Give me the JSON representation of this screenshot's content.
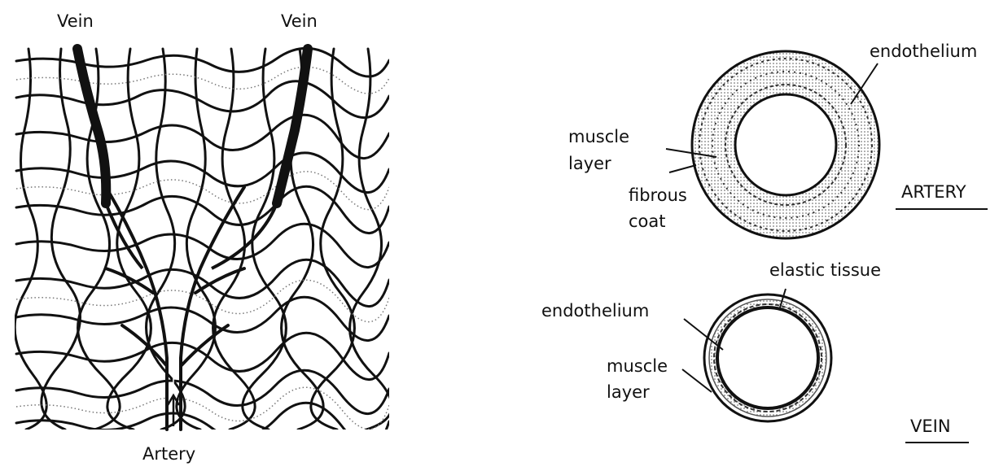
{
  "capillary_bed": {
    "vein_left_label": "Vein",
    "vein_right_label": "Vein",
    "artery_label": "Artery"
  },
  "artery_section": {
    "title": "ARTERY",
    "labels": {
      "endothelium": "endothelium",
      "muscle": "muscle",
      "layer": "layer",
      "fibrous": "fibrous",
      "coat": "coat"
    }
  },
  "vein_section": {
    "title": "VEIN",
    "labels": {
      "elastic_tissue": "elastic tissue",
      "endothelium": "endothelium",
      "muscle": "muscle",
      "layer": "layer"
    }
  }
}
